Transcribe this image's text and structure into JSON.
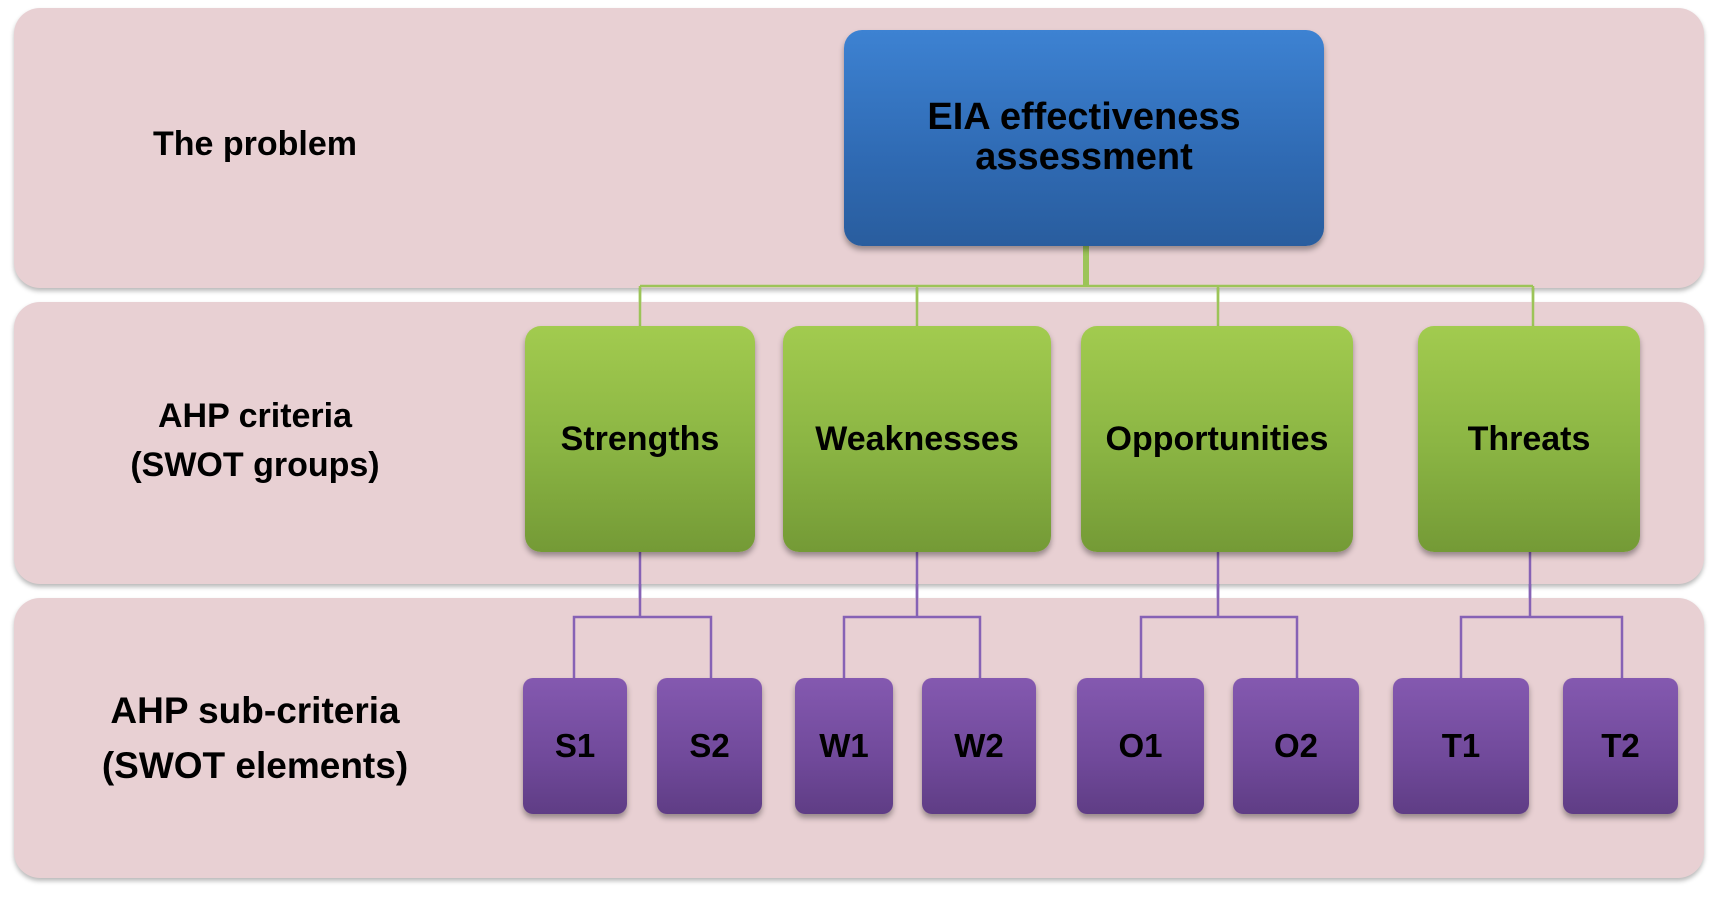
{
  "levels": {
    "problem": {
      "label": "The problem"
    },
    "criteria": {
      "line1": "AHP criteria",
      "line2": "(SWOT groups)"
    },
    "subcriteria": {
      "line1": "AHP sub-criteria",
      "line2": "(SWOT elements)"
    }
  },
  "root": {
    "line1": "EIA effectiveness",
    "line2": "assessment"
  },
  "groups": [
    {
      "label": "Strengths"
    },
    {
      "label": "Weaknesses"
    },
    {
      "label": "Opportunities"
    },
    {
      "label": "Threats"
    }
  ],
  "elements": [
    {
      "label": "S1"
    },
    {
      "label": "S2"
    },
    {
      "label": "W1"
    },
    {
      "label": "W2"
    },
    {
      "label": "O1"
    },
    {
      "label": "O2"
    },
    {
      "label": "T1"
    },
    {
      "label": "T2"
    }
  ],
  "colors": {
    "band": "#e8d0d3",
    "root_box": "#3a7bc8",
    "group_box": "#8ab443",
    "element_box": "#7550a0",
    "green_connector": "#9cc458",
    "purple_connector": "#8662b5"
  }
}
